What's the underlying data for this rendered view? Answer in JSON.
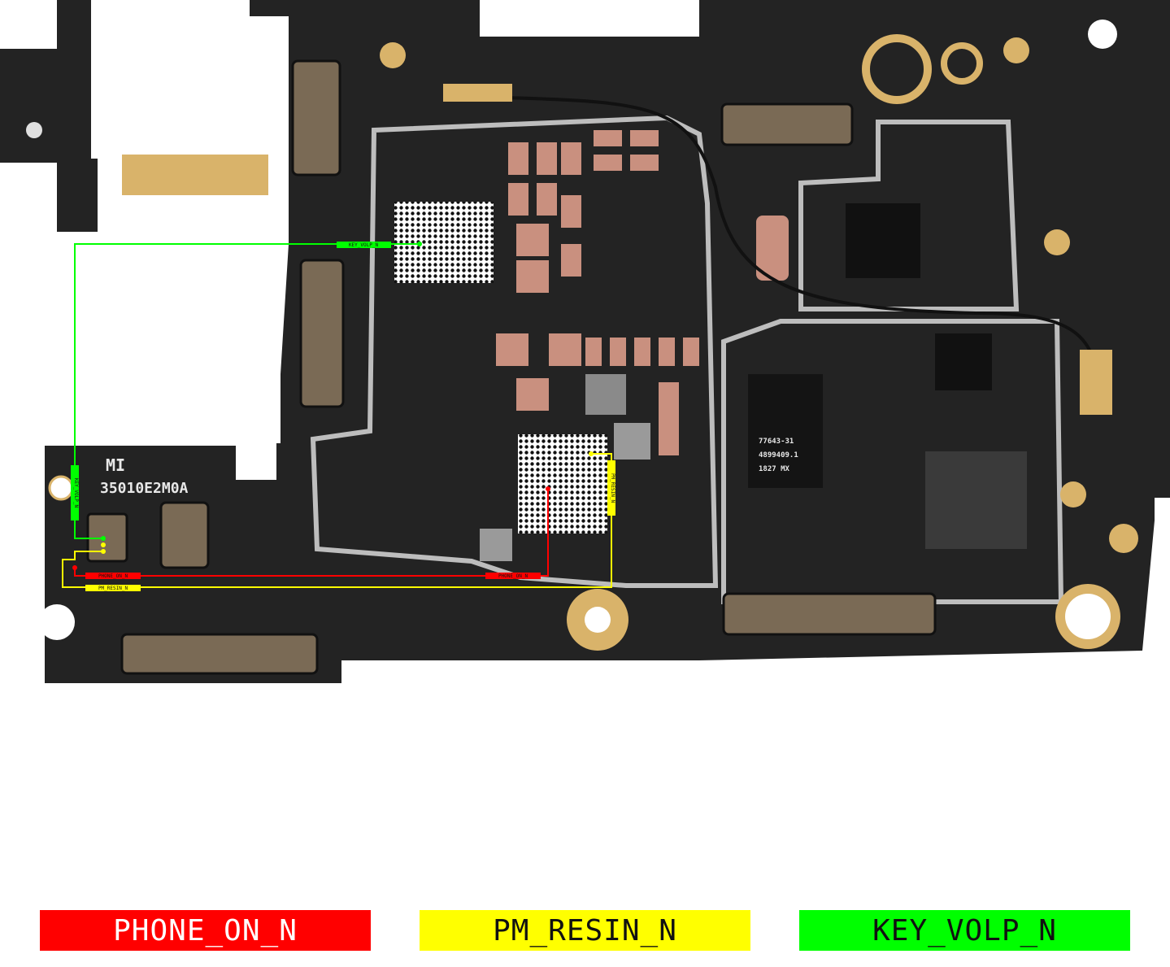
{
  "board": {
    "silkscreen_logo": "MI",
    "silkscreen_code": "35010E2M0A",
    "chip_marking": [
      "77643-31",
      "4899409.1",
      "1827 MX"
    ]
  },
  "nets": [
    {
      "name": "PHONE_ON_N",
      "color": "#ff0000",
      "text_color": "#ffffff"
    },
    {
      "name": "PM_RESIN_N",
      "color": "#ffff00",
      "text_color": "#111111"
    },
    {
      "name": "KEY_VOLP_N",
      "color": "#00ff00",
      "text_color": "#111111"
    }
  ],
  "tags": {
    "key_volp": "KEY_VOLP_N",
    "key_volp_vertical": "KEY_VOLP_N",
    "phone_on_left": "PHONE_ON_N",
    "phone_on_right": "PHONE_ON_N",
    "pm_resin_bottom": "PM_RESIN_N",
    "pm_resin_vertical": "PM_RESIN_N"
  },
  "colors": {
    "pcb": "#232323",
    "shield": "#bdbdbd",
    "gold": "#d9b36a",
    "copper": "#c9907f"
  }
}
